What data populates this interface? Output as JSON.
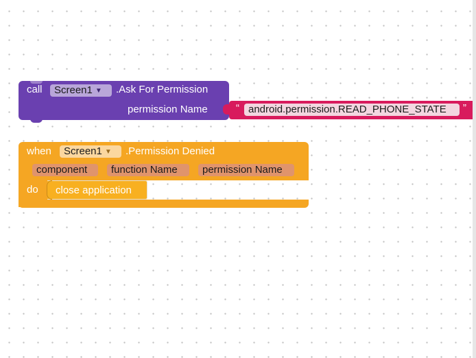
{
  "call_block": {
    "keyword": "call",
    "component": "Screen1",
    "method": ".Ask For Permission",
    "param_label": "permission Name",
    "color": "#6a40b0"
  },
  "text_block": {
    "open_quote": "“",
    "value": "android.permission.READ_PHONE_STATE",
    "close_quote": "”",
    "color": "#d81b5d"
  },
  "event_block": {
    "keyword": "when",
    "component": "Screen1",
    "event": ".Permission Denied",
    "params": [
      "component",
      "function Name",
      "permission Name"
    ],
    "do_label": "do",
    "color": "#f5a623",
    "statement": {
      "label": "close application"
    }
  },
  "icons": {
    "dropdown": "▼"
  }
}
